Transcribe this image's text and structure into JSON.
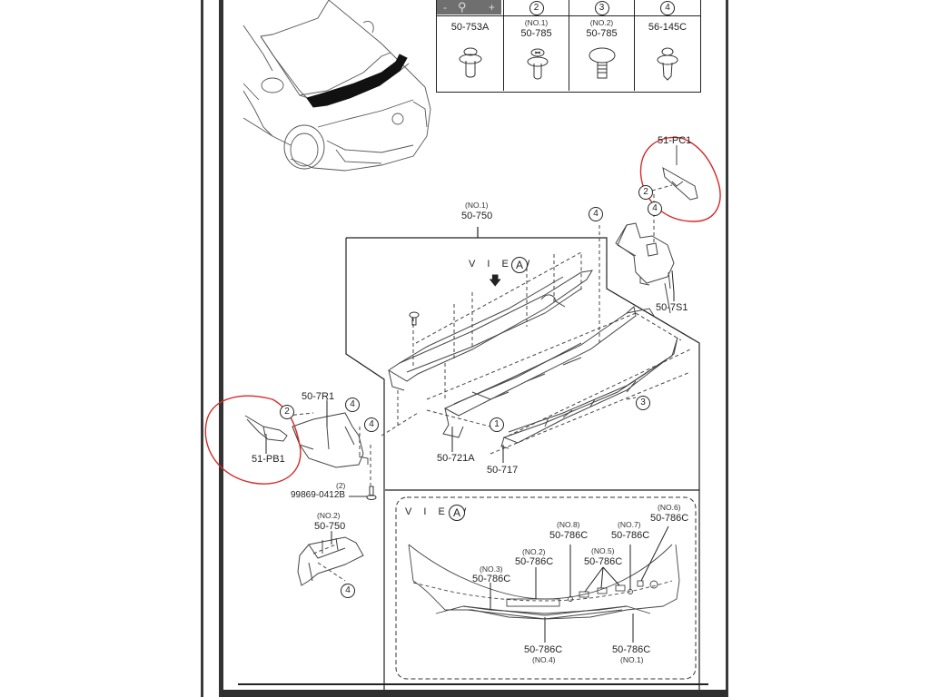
{
  "viewer_toolbar": {
    "zoom_out_label": "-",
    "zoom_in_label": "+",
    "zoom_icon": "magnifier-zoom-icon"
  },
  "fastener_table": {
    "columns": [
      {
        "ref": "",
        "sub": "",
        "part": "50-753A",
        "icon": "push-clip-icon"
      },
      {
        "ref": "2",
        "sub": "(NO.1)",
        "part": "50-785",
        "icon": "screw-clip-icon"
      },
      {
        "ref": "3",
        "sub": "(NO.2)",
        "part": "50-785",
        "icon": "mushroom-clip-icon"
      },
      {
        "ref": "4",
        "sub": "",
        "part": "56-145C",
        "icon": "rivet-clip-icon"
      }
    ]
  },
  "callouts": {
    "main_panel_sub": "(NO.1)",
    "main_panel": "50-750",
    "view_a_label": "V I E W",
    "view_a_letter": "A",
    "right_bracket": "51-PC1",
    "right_housing": "50-7S1",
    "left_bracket": "51-PB1",
    "left_housing": "50-7R1",
    "bolt_qty": "(2)",
    "bolt": "99869-0412B",
    "lower_panel_sub": "(NO.2)",
    "lower_panel": "50-750",
    "cowl_grille_1": "50-721A",
    "cowl_grille_2": "50-717",
    "circle_1": "1",
    "circle_2": "2",
    "circle_3": "3",
    "circle_4": "4"
  },
  "view_a": {
    "title": "V I E W",
    "letter": "A",
    "clips": [
      {
        "no": "(NO.3)",
        "part": "50-786C"
      },
      {
        "no": "(NO.2)",
        "part": "50-786C"
      },
      {
        "no": "(NO.8)",
        "part": "50-786C"
      },
      {
        "no": "(NO.5)",
        "part": "50-786C"
      },
      {
        "no": "(NO.7)",
        "part": "50-786C"
      },
      {
        "no": "(NO.6)",
        "part": "50-786C"
      },
      {
        "no": "(NO.4)",
        "part": "50-786C"
      },
      {
        "no": "(NO.1)",
        "part": "50-786C"
      }
    ]
  },
  "annotations": {
    "highlight_color": "#d42a2a",
    "highlighted_parts": [
      "51-PC1",
      "51-PB1"
    ]
  }
}
